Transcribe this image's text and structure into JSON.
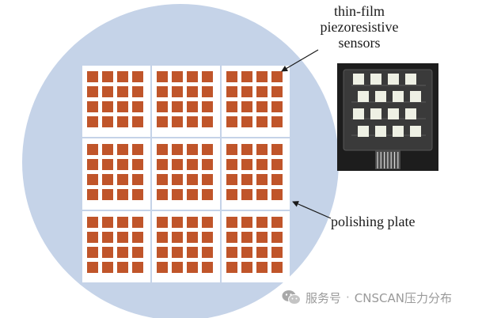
{
  "labels": {
    "sensor_line1": "thin-film",
    "sensor_line2": "piezoresistive",
    "sensor_line3": "sensors",
    "polishing": "polishing plate"
  },
  "watermark": {
    "service": "服务号",
    "separator": "·",
    "account": "CNSCAN压力分布"
  },
  "layout": {
    "module_rows": 3,
    "module_cols": 3,
    "pads_per_side": 4,
    "photo_pads_per_side": 4
  },
  "colors": {
    "wafer": "#c5d3e8",
    "module_bg": "#ffffff",
    "pad": "#c0552a",
    "photo_bg": "#1d1d1d",
    "photo_film": "#3a3a3a",
    "photo_pad": "#eef0e4",
    "text": "#1a1a1a",
    "watermark": "#9a9a9a"
  }
}
